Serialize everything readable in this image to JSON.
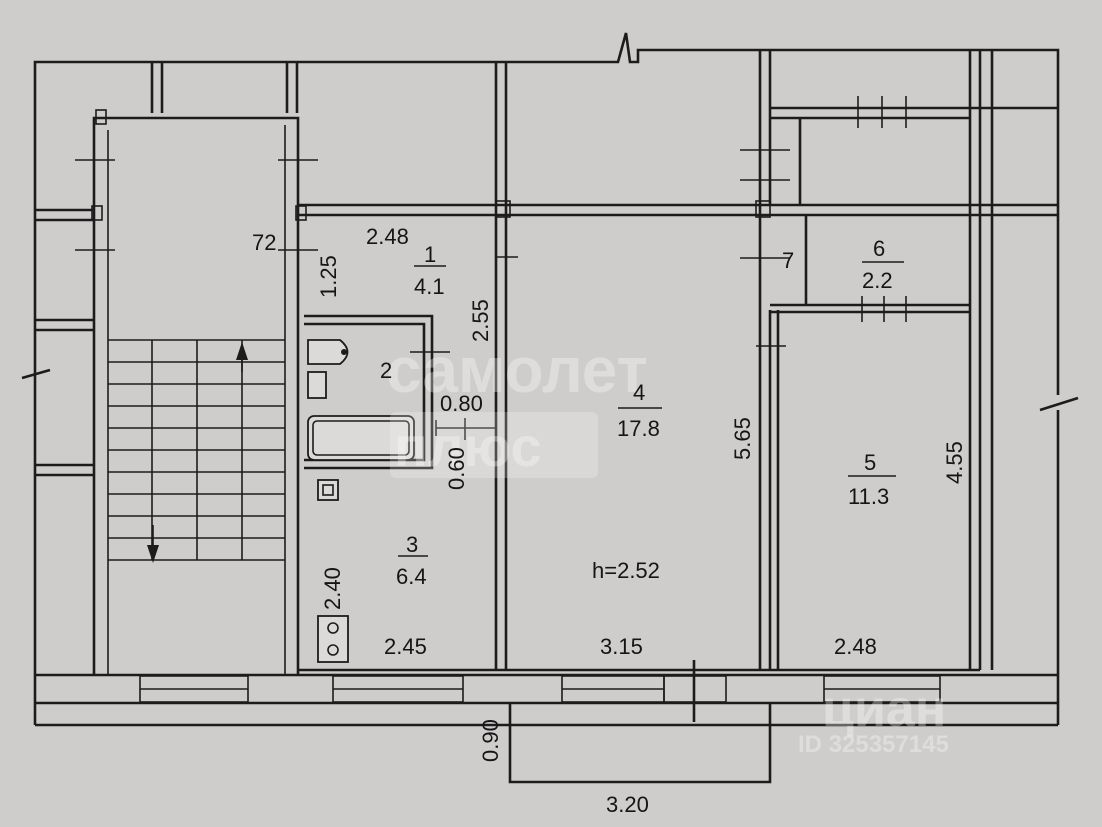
{
  "plan": {
    "rooms": [
      {
        "id": "1",
        "area": "4.1"
      },
      {
        "id": "2",
        "area": ""
      },
      {
        "id": "3",
        "area": "6.4"
      },
      {
        "id": "4",
        "area": "17.8"
      },
      {
        "id": "5",
        "area": "11.3"
      },
      {
        "id": "6",
        "area": "2.2"
      }
    ],
    "room7_label": "7",
    "ceiling_height": "h=2.52",
    "dimensions": {
      "d_2_48_top": "2.48",
      "d_72": "72",
      "d_1_25": "1.25",
      "d_2_55": "2.55",
      "d_0_80": "0.80",
      "d_0_60": "0.60",
      "d_5_65": "5.65",
      "d_4_55": "4.55",
      "d_2_40": "2.40",
      "d_2_45": "2.45",
      "d_3_15": "3.15",
      "d_2_48_bottom": "2.48",
      "d_0_90": "0.90",
      "d_3_20": "3.20"
    }
  },
  "watermarks": {
    "samolet_line1": "самолет",
    "samolet_line2": "плюс",
    "cian": "циан",
    "cian_id": "ID 325357145"
  }
}
